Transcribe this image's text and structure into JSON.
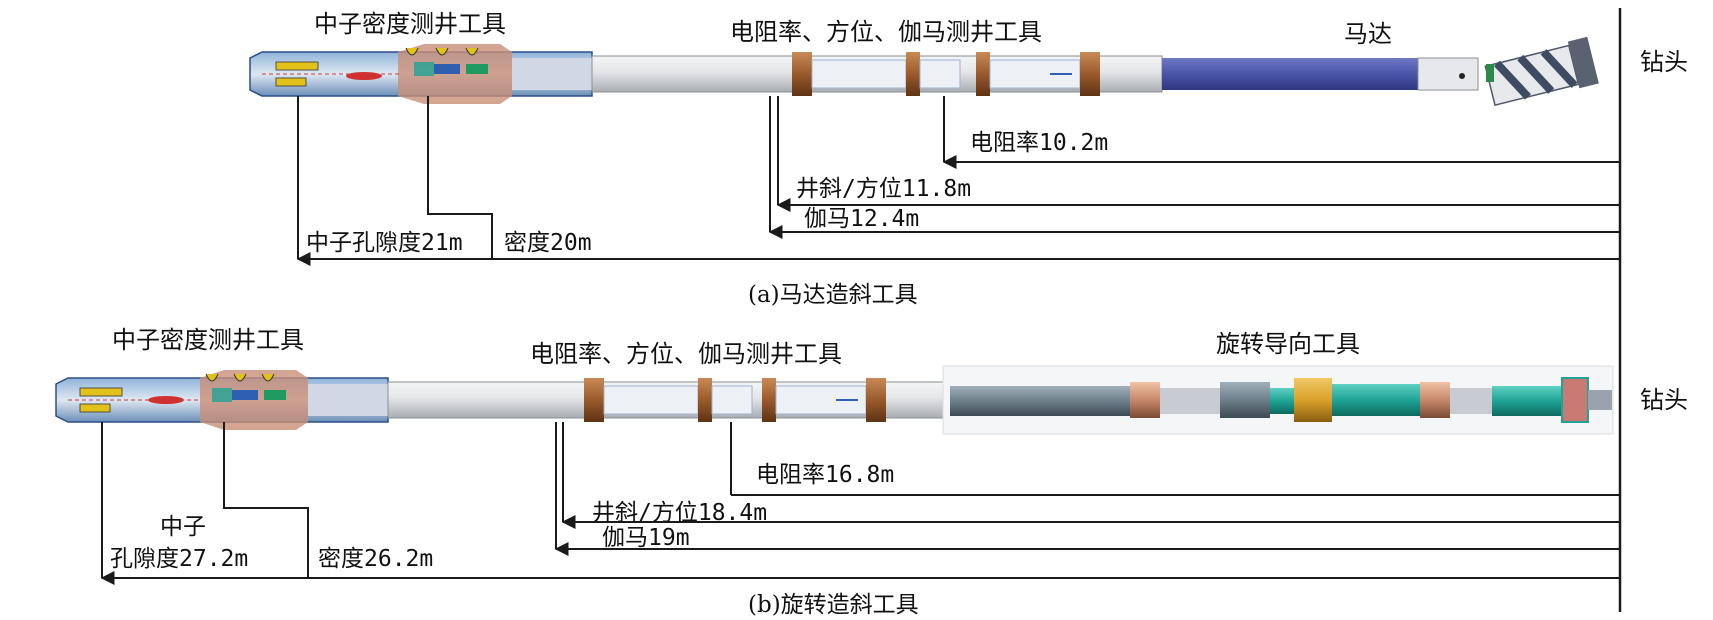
{
  "panel_a": {
    "label_neutron_tool": "中子密度测井工具",
    "label_resistivity_tool": "电阻率、方位、伽马测井工具",
    "label_motor": "马达",
    "label_bit": "钻头",
    "m_resistivity": "电阻率10.2m",
    "m_inclination": "井斜/方位11.8m",
    "m_gamma": "伽马12.4m",
    "m_neutron": "中子孔隙度21m",
    "m_density": "密度20m",
    "caption": "(a)马达造斜工具"
  },
  "panel_b": {
    "label_neutron_tool": "中子密度测井工具",
    "label_resistivity_tool": "电阻率、方位、伽马测井工具",
    "label_rss": "旋转导向工具",
    "label_bit": "钻头",
    "m_resistivity": "电阻率16.8m",
    "m_inclination": "井斜/方位18.4m",
    "m_gamma": "伽马19m",
    "m_neutron_line1": "中子",
    "m_neutron_line2": "孔隙度27.2m",
    "m_density": "密度26.2m",
    "caption": "(b)旋转造斜工具"
  },
  "colors": {
    "line": "#1a1a1a",
    "drill_pipe": "#d8dadc",
    "sleeve_copper": "#9a5a2c",
    "motor": "#4a55a8",
    "rss_teal": "#1fa394",
    "rss_gold": "#d9a12a",
    "rss_slate": "#6d7f8a",
    "sensor_blue": "#2f5fb0",
    "sensor_yellow": "#e2c21a",
    "sensor_red": "#d23030"
  }
}
